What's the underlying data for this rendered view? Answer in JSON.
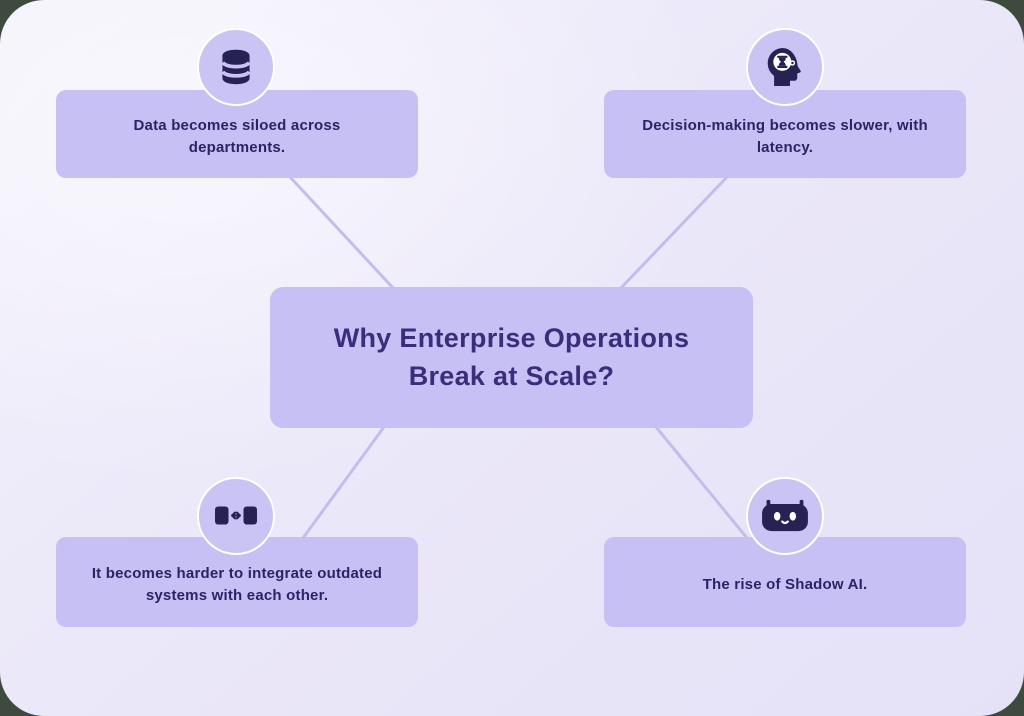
{
  "backdrop_color": "#3f4a3e",
  "canvas": {
    "background_top": "#f3f1fb",
    "background_bottom": "#e5e1f7",
    "connector_color": "#c3bdee"
  },
  "center": {
    "title": "Why Enterprise Operations Break at Scale?",
    "fill": "#c7c0f5",
    "text_color": "#3a2d7b"
  },
  "nodes": [
    {
      "id": "data-silos",
      "position": "top-left",
      "icon": "database-icon",
      "label": "Data becomes siloed across departments."
    },
    {
      "id": "decision-latency",
      "position": "top-right",
      "icon": "head-hourglass-icon",
      "label": "Decision-making becomes slower, with latency."
    },
    {
      "id": "system-integration",
      "position": "bottom-left",
      "icon": "integration-arrows-icon",
      "label": "It becomes harder to integrate outdated systems with each other."
    },
    {
      "id": "shadow-ai",
      "position": "bottom-right",
      "icon": "robot-icon",
      "label": "The rise of Shadow AI."
    }
  ],
  "node_style": {
    "fill": "#c7c0f5",
    "text_color": "#2b2366",
    "icon_color": "#262254",
    "badge_fill": "#c9c4f3",
    "badge_border": "#ffffff"
  }
}
